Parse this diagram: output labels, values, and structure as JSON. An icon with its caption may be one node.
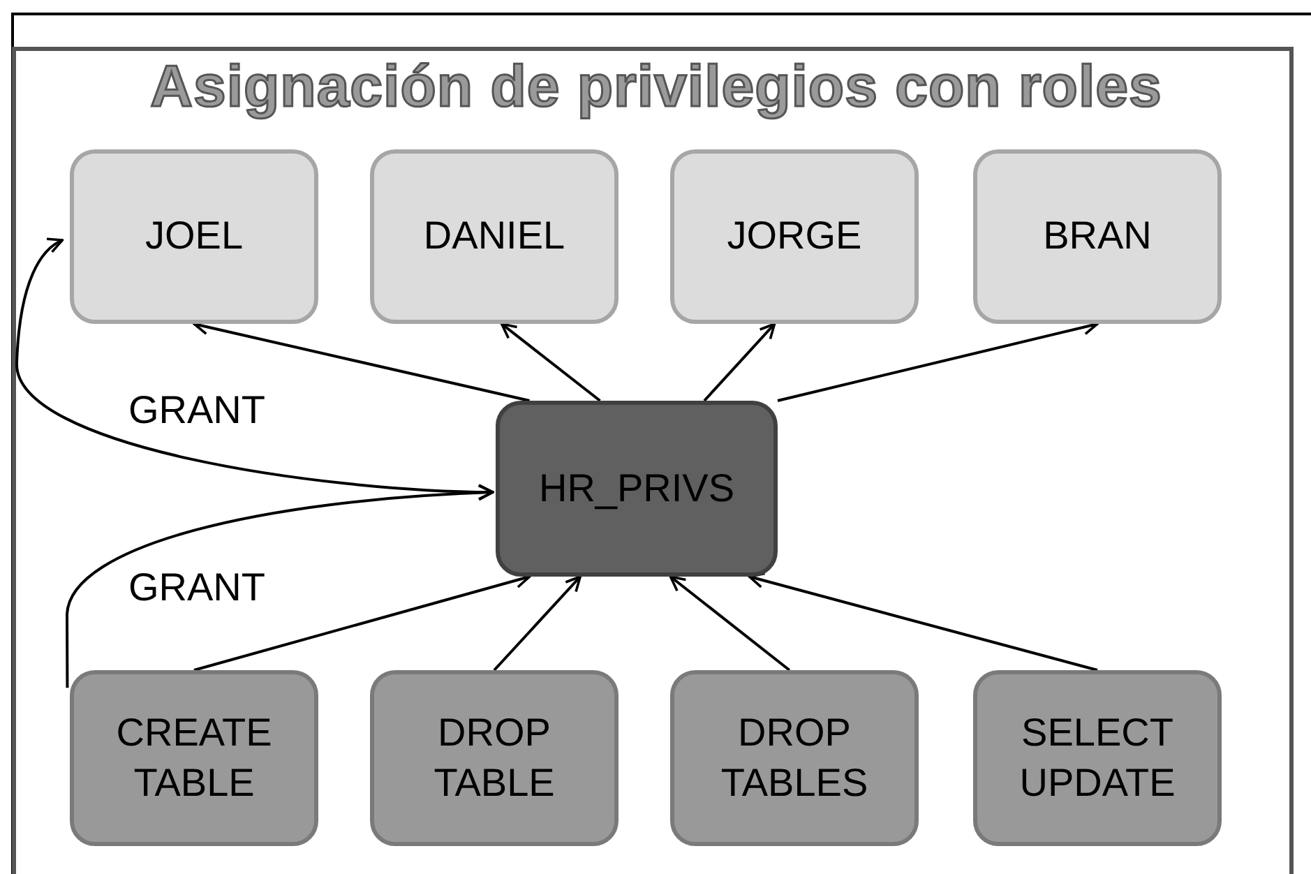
{
  "diagram": {
    "title": "Asignación de privilegios con roles",
    "nodes": [
      {
        "text": [
          "JOEL"
        ]
      },
      {
        "text": [
          "DANIEL"
        ]
      },
      {
        "text": [
          "JORGE"
        ]
      },
      {
        "text": [
          "BRAN"
        ]
      },
      {
        "text": [
          "HR_PRIVS"
        ]
      },
      {
        "text": [
          "CREATE TABLE"
        ]
      },
      {
        "text": [
          "DROP TABLE"
        ]
      },
      {
        "text": [
          "DROP TABLES"
        ]
      },
      {
        "text": [
          "SELECT UPDATE"
        ]
      }
    ],
    "edges": [
      {
        "from": 4,
        "to": 0,
        "arrow": "to"
      },
      {
        "from": 4,
        "to": 1,
        "arrow": "to"
      },
      {
        "from": 4,
        "to": 2,
        "arrow": "to"
      },
      {
        "from": 4,
        "to": 3,
        "arrow": "to"
      },
      {
        "from": 5,
        "to": 4,
        "arrow": "to"
      },
      {
        "from": 6,
        "to": 4,
        "arrow": "to"
      },
      {
        "from": 7,
        "to": 4,
        "arrow": "to"
      },
      {
        "from": 8,
        "to": 4,
        "arrow": "to"
      },
      {
        "from": 4,
        "to": 0,
        "arrow": "both",
        "label": "GRANT"
      },
      {
        "from": 5,
        "to": 4,
        "arrow": "to",
        "label": "GRANT"
      }
    ]
  }
}
